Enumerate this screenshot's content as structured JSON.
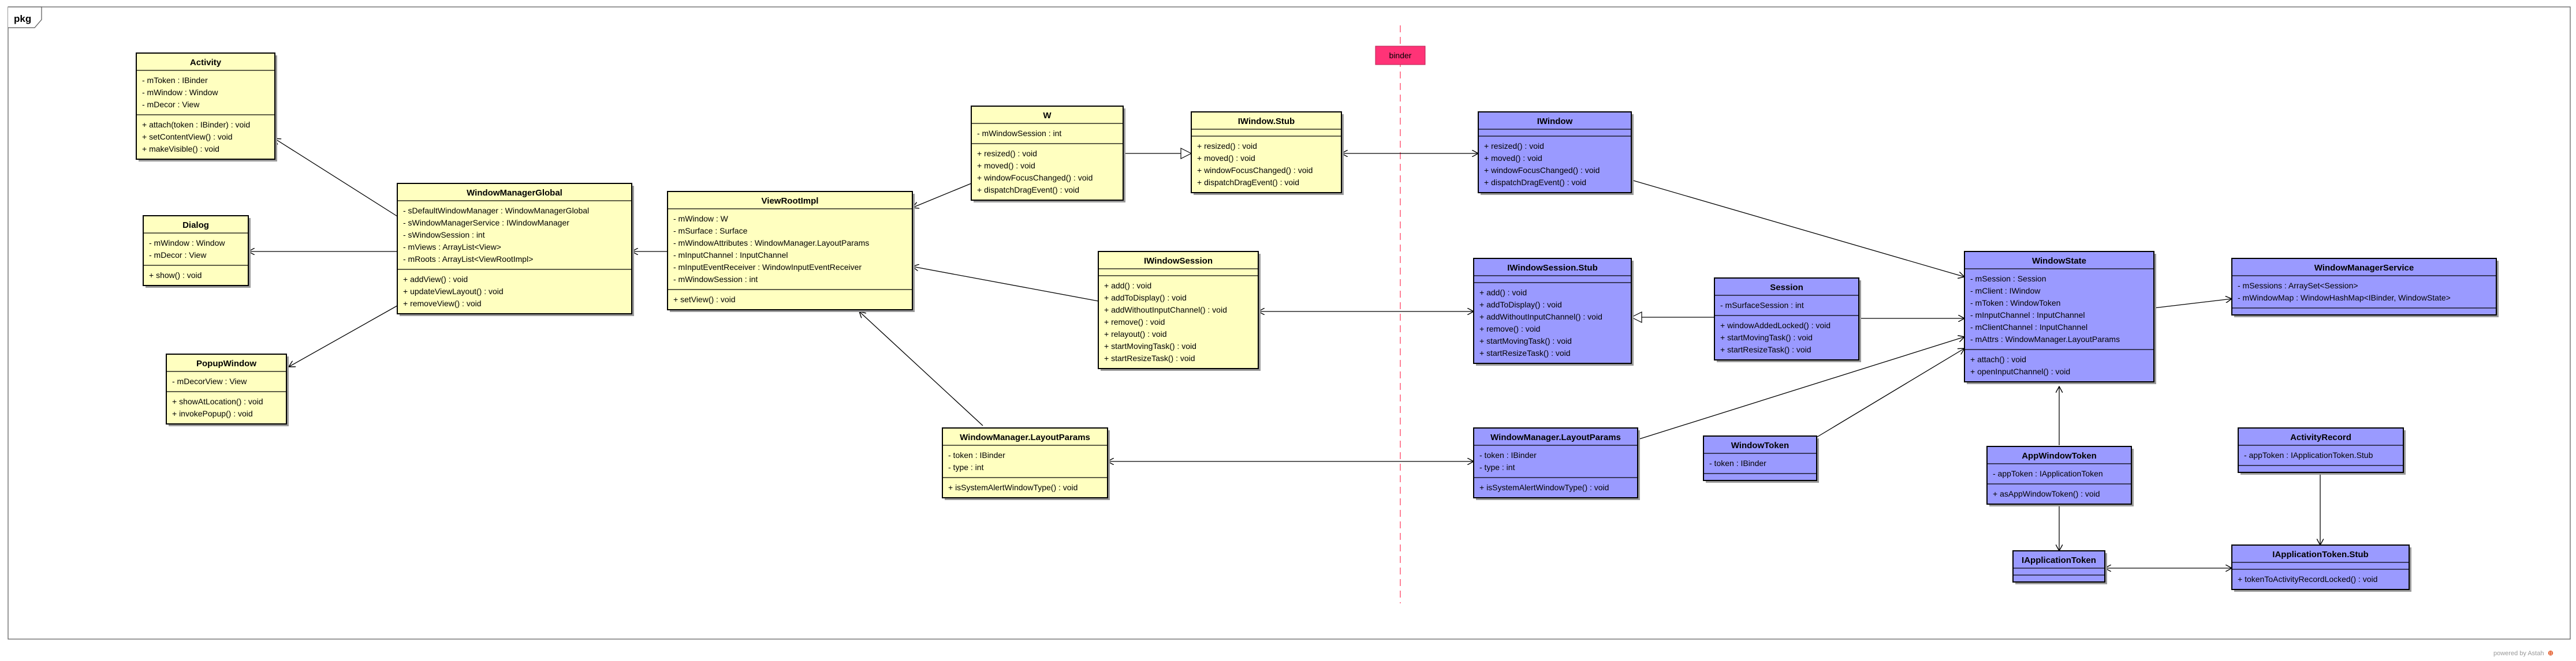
{
  "frame": {
    "label": "pkg"
  },
  "binder_tag": {
    "label": "binder",
    "color": "#ff3377"
  },
  "footer": {
    "text": "powered by Astah"
  },
  "colors": {
    "app_side": "#ffffc0",
    "system_side": "#9a9aff",
    "stroke": "#000000",
    "binder_line": "#ff4d6d"
  },
  "classes": [
    {
      "id": "activity",
      "name": "Activity",
      "side": "app",
      "attrs": [
        "- mToken : IBinder",
        "- mWindow : Window",
        "- mDecor : View"
      ],
      "ops": [
        "+ attach(token : IBinder) : void",
        "+ setContentView() : void",
        "+ makeVisible() : void"
      ]
    },
    {
      "id": "dialog",
      "name": "Dialog",
      "side": "app",
      "attrs": [
        "- mWindow : Window",
        "- mDecor : View"
      ],
      "ops": [
        "+ show() : void"
      ]
    },
    {
      "id": "popup",
      "name": "PopupWindow",
      "side": "app",
      "attrs": [
        "- mDecorView : View"
      ],
      "ops": [
        "+ showAtLocation() : void",
        "+ invokePopup() : void"
      ]
    },
    {
      "id": "wmg",
      "name": "WindowManagerGlobal",
      "side": "app",
      "attrs": [
        "- sDefaultWindowManager : WindowManagerGlobal",
        "- sWindowManagerService : IWindowManager",
        "- sWindowSession : int",
        "- mViews : ArrayList<View>",
        "- mRoots : ArrayList<ViewRootImpl>"
      ],
      "ops": [
        "+ addView() : void",
        "+ updateViewLayout() : void",
        "+ removeView() : void"
      ]
    },
    {
      "id": "vri",
      "name": "ViewRootImpl",
      "side": "app",
      "attrs": [
        "- mWindow : W",
        "- mSurface : Surface",
        "- mWindowAttributes : WindowManager.LayoutParams",
        "- mInputChannel : InputChannel",
        "- mInputEventReceiver : WindowInputEventReceiver",
        "- mWindowSession : int"
      ],
      "ops": [
        "+ setView() : void"
      ]
    },
    {
      "id": "w",
      "name": "W",
      "side": "app",
      "attrs": [
        "- mWindowSession : int"
      ],
      "ops": [
        "+ resized() : void",
        "+ moved() : void",
        "+ windowFocusChanged() : void",
        "+ dispatchDragEvent() : void"
      ]
    },
    {
      "id": "iwstub",
      "name": "IWindow.Stub",
      "side": "app",
      "attrs": [],
      "ops": [
        "+ resized() : void",
        "+ moved() : void",
        "+ windowFocusChanged() : void",
        "+ dispatchDragEvent() : void"
      ]
    },
    {
      "id": "iws_app",
      "name": "IWindowSession",
      "side": "app",
      "attrs": [],
      "ops": [
        "+ add() : void",
        "+ addToDisplay() : void",
        "+ addWithoutInputChannel() : void",
        "+ remove() : void",
        "+ relayout() : void",
        "+ startMovingTask() : void",
        "+ startResizeTask() : void"
      ]
    },
    {
      "id": "wmlp_app",
      "name": "WindowManager.LayoutParams",
      "side": "app",
      "attrs": [
        "- token : IBinder",
        "- type : int"
      ],
      "ops": [
        "+ isSystemAlertWindowType() : void"
      ]
    },
    {
      "id": "iwindow",
      "name": "IWindow",
      "side": "system",
      "attrs": [],
      "ops": [
        "+ resized() : void",
        "+ moved() : void",
        "+ windowFocusChanged() : void",
        "+ dispatchDragEvent() : void"
      ]
    },
    {
      "id": "iwsstub",
      "name": "IWindowSession.Stub",
      "side": "system",
      "attrs": [],
      "ops": [
        "+ add() : void",
        "+ addToDisplay() : void",
        "+ addWithoutInputChannel() : void",
        "+ remove() : void",
        "+ startMovingTask() : void",
        "+ startResizeTask() : void"
      ]
    },
    {
      "id": "session",
      "name": "Session",
      "side": "system",
      "attrs": [
        "- mSurfaceSession : int"
      ],
      "ops": [
        "+ windowAddedLocked() : void",
        "+ startMovingTask() : void",
        "+ startResizeTask() : void"
      ]
    },
    {
      "id": "wmlp_sys",
      "name": "WindowManager.LayoutParams",
      "side": "system",
      "attrs": [
        "- token : IBinder",
        "- type : int"
      ],
      "ops": [
        "+ isSystemAlertWindowType() : void"
      ]
    },
    {
      "id": "wtoken",
      "name": "WindowToken",
      "side": "system",
      "attrs": [
        "- token : IBinder"
      ],
      "ops": []
    },
    {
      "id": "wstate",
      "name": "WindowState",
      "side": "system",
      "attrs": [
        "- mSession : Session",
        "- mClient : IWindow",
        "- mToken : WindowToken",
        "- mInputChannel : InputChannel",
        "- mClientChannel : InputChannel",
        "- mAttrs : WindowManager.LayoutParams"
      ],
      "ops": [
        "+ attach() : void",
        "+ openInputChannel() : void"
      ]
    },
    {
      "id": "wms",
      "name": "WindowManagerService",
      "side": "system",
      "attrs": [
        "- mSessions : ArraySet<Session>",
        "- mWindowMap : WindowHashMap<IBinder, WindowState>"
      ],
      "ops": []
    },
    {
      "id": "awtoken",
      "name": "AppWindowToken",
      "side": "system",
      "attrs": [
        "- appToken : IApplicationToken"
      ],
      "ops": [
        "+ asAppWindowToken() : void"
      ]
    },
    {
      "id": "actrec",
      "name": "ActivityRecord",
      "side": "system",
      "attrs": [
        "- appToken : IApplicationToken.Stub"
      ],
      "ops": []
    },
    {
      "id": "iapptoken",
      "name": "IApplicationToken",
      "side": "system",
      "attrs": [],
      "ops": []
    },
    {
      "id": "iatstub",
      "name": "IApplicationToken.Stub",
      "side": "system",
      "attrs": [],
      "ops": [
        "+ tokenToActivityRecordLocked() : void"
      ]
    }
  ]
}
